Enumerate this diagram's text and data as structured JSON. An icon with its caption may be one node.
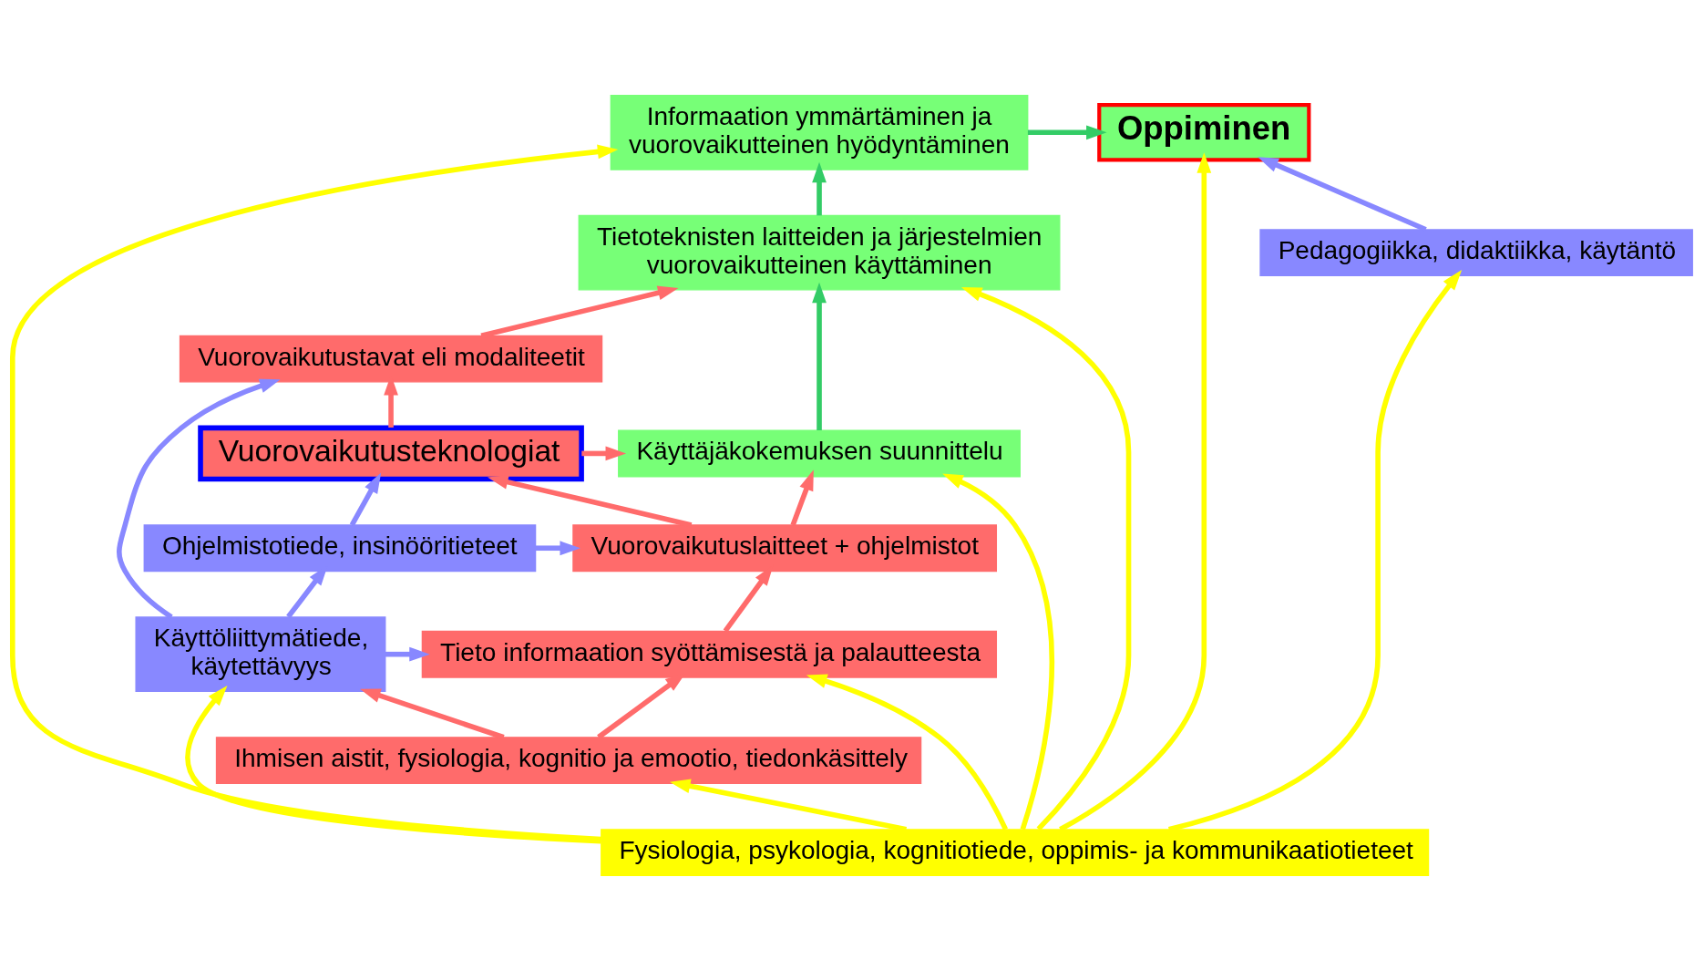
{
  "diagram": {
    "nodes": [
      {
        "text": [
          "Oppiminen"
        ]
      },
      {
        "text": [
          "Informaation ymmärtäminen ja vuorovaikutteinen hyödyntäminen"
        ]
      },
      {
        "text": [
          "Pedagogiikka, didaktiikka, käytäntö"
        ]
      },
      {
        "text": [
          "Tietoteknisten laitteiden ja järjestelmien vuorovaikutteinen käyttäminen"
        ]
      },
      {
        "text": [
          "Vuorovaikutustavat eli modaliteetit"
        ]
      },
      {
        "text": [
          "Vuorovaikutusteknologiat"
        ]
      },
      {
        "text": [
          "Käyttäjäkokemuksen suunnittelu"
        ]
      },
      {
        "text": [
          "Ohjelmistotiede, insinööritieteet"
        ]
      },
      {
        "text": [
          "Vuorovaikutuslaitteet + ohjelmistot"
        ]
      },
      {
        "text": [
          "Käyttöliittymätiede, käytettävyys"
        ]
      },
      {
        "text": [
          "Tieto informaation syöttämisestä ja palautteesta"
        ]
      },
      {
        "text": [
          "Ihmisen aistit, fysiologia, kognitio ja emootio, tiedonkäsittely"
        ]
      },
      {
        "text": [
          "Fysiologia, psykologia, kognitiotiede, oppimis- ja kommunikaatiotieteet"
        ]
      }
    ],
    "edges": [
      {
        "from": 1,
        "to": 0,
        "arrow": "to",
        "color": "#33cc66"
      },
      {
        "from": 2,
        "to": 0,
        "arrow": "to",
        "color": "#8888ff"
      },
      {
        "from": 3,
        "to": 1,
        "arrow": "to",
        "color": "#33cc66"
      },
      {
        "from": 4,
        "to": 3,
        "arrow": "to",
        "color": "#ff6b6b"
      },
      {
        "from": 5,
        "to": 4,
        "arrow": "to",
        "color": "#ff6b6b"
      },
      {
        "from": 5,
        "to": 6,
        "arrow": "to",
        "color": "#ff6b6b"
      },
      {
        "from": 6,
        "to": 3,
        "arrow": "to",
        "color": "#33cc66"
      },
      {
        "from": 7,
        "to": 5,
        "arrow": "to",
        "color": "#8888ff"
      },
      {
        "from": 7,
        "to": 8,
        "arrow": "to",
        "color": "#8888ff"
      },
      {
        "from": 8,
        "to": 5,
        "arrow": "to",
        "color": "#ff6b6b"
      },
      {
        "from": 8,
        "to": 6,
        "arrow": "to",
        "color": "#ff6b6b"
      },
      {
        "from": 9,
        "to": 7,
        "arrow": "to",
        "color": "#8888ff"
      },
      {
        "from": 9,
        "to": 4,
        "arrow": "to",
        "color": "#8888ff"
      },
      {
        "from": 9,
        "to": 10,
        "arrow": "to",
        "color": "#8888ff"
      },
      {
        "from": 10,
        "to": 8,
        "arrow": "to",
        "color": "#ff6b6b"
      },
      {
        "from": 11,
        "to": 9,
        "arrow": "to",
        "color": "#ff6b6b"
      },
      {
        "from": 11,
        "to": 10,
        "arrow": "to",
        "color": "#ff6b6b"
      },
      {
        "from": 12,
        "to": 0,
        "arrow": "to",
        "color": "#ffff00"
      },
      {
        "from": 12,
        "to": 2,
        "arrow": "to",
        "color": "#ffff00"
      },
      {
        "from": 12,
        "to": 9,
        "arrow": "to",
        "color": "#ffff00"
      },
      {
        "from": 12,
        "to": 11,
        "arrow": "to",
        "color": "#ffff00"
      },
      {
        "from": 12,
        "to": 10,
        "arrow": "to",
        "color": "#ffff00"
      },
      {
        "from": 12,
        "to": 6,
        "arrow": "to",
        "color": "#ffff00"
      },
      {
        "from": 12,
        "to": 3,
        "arrow": "to",
        "color": "#ffff00"
      },
      {
        "from": 12,
        "to": 1,
        "arrow": "to",
        "color": "#ffff00"
      }
    ]
  }
}
